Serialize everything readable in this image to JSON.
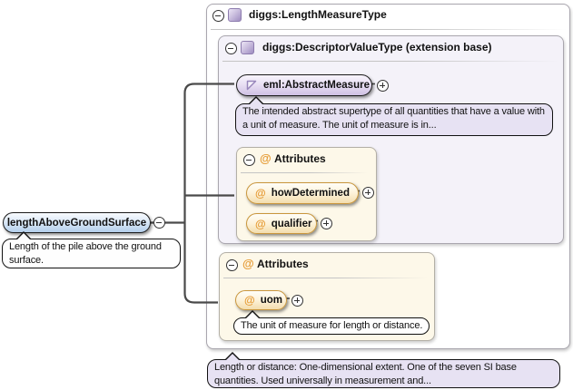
{
  "diagram": {
    "element": {
      "label": "lengthAboveGroundSurface",
      "tooltip": "Length of the pile above the ground surface."
    },
    "type_box": {
      "title": "diggs:LengthMeasureType",
      "tooltip": "Length or distance: One-dimensional extent. One of the seven SI base quantities. Used universally in measurement and...",
      "base_box": {
        "title": "diggs:DescriptorValueType (extension base)",
        "abstract_measure": {
          "label": "eml:AbstractMeasure",
          "tooltip": "The intended abstract supertype of all quantities that have a value with a unit of measure. The unit of measure is in..."
        },
        "attributes": {
          "title": "Attributes",
          "items": [
            {
              "label": "howDetermined"
            },
            {
              "label": "qualifier"
            }
          ]
        }
      },
      "own_attributes": {
        "title": "Attributes",
        "items": [
          {
            "label": "uom",
            "tooltip": "The unit of measure for length or distance."
          }
        ]
      }
    },
    "icons": {
      "at_glyph": "@",
      "collapse": "minus-circle",
      "expand": "plus-circle",
      "complex_type": "purple-square",
      "derived_type": "purple-triangle"
    },
    "colors": {
      "element_fill": "#bdd2ec",
      "type_ref_fill": "#d5c8e8",
      "attribute_fill": "#f5dfb2",
      "attribute_border": "#c9963c",
      "container_purple": "#f4f2f9",
      "container_cream": "#fdf8e9",
      "tooltip_purple": "#e7e2f3",
      "connector": "#4a4a4a",
      "icon_orange": "#e59a33",
      "icon_purple": "#9b8abc"
    }
  }
}
